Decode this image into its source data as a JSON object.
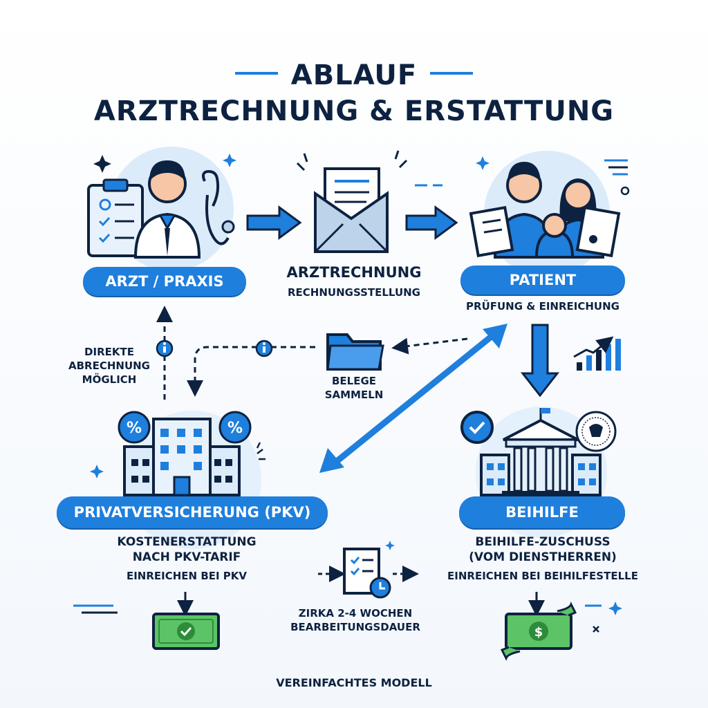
{
  "title": {
    "line1": "ABLAUF",
    "line2": "ARZTRECHNUNG & ERSTATTUNG"
  },
  "nodes": {
    "arzt": {
      "label": "ARZT / PRAXIS"
    },
    "rechnung": {
      "title": "ARZTRECHNUNG",
      "subtitle": "RECHNUNGSSTELLUNG"
    },
    "patient": {
      "label": "PATIENT",
      "subtitle": "PRÜFUNG & EINREICHUNG"
    },
    "belege": {
      "line1": "BELEGE",
      "line2": "SAMMELN"
    },
    "direkt": {
      "line1": "DIREKTE",
      "line2": "ABRECHNUNG",
      "line3": "MÖGLICH"
    },
    "pkv": {
      "label": "PRIVATVERSICHERUNG (PKV)",
      "line1": "KOSTENERSTATTUNG",
      "line2": "NACH PKV-TARIF",
      "line3": "EINREICHEN BEI PKV"
    },
    "beihilfe": {
      "label": "BEIHILFE",
      "line1": "BEIHILFE-ZUSCHUSS",
      "line2": "(VOM DIENSTHERREN)",
      "line3": "EINREICHEN BEI BEIHILFESTELLE"
    },
    "dauer": {
      "line1": "ZIRKA 2-4 WOCHEN",
      "line2": "BEARBEITUNGSDAUER"
    }
  },
  "footer": "VEREINFACHTES MODELL",
  "colors": {
    "primary": "#1e7fdd",
    "navy": "#0d2240",
    "light": "#dcebfa",
    "money": "#4caf50"
  }
}
